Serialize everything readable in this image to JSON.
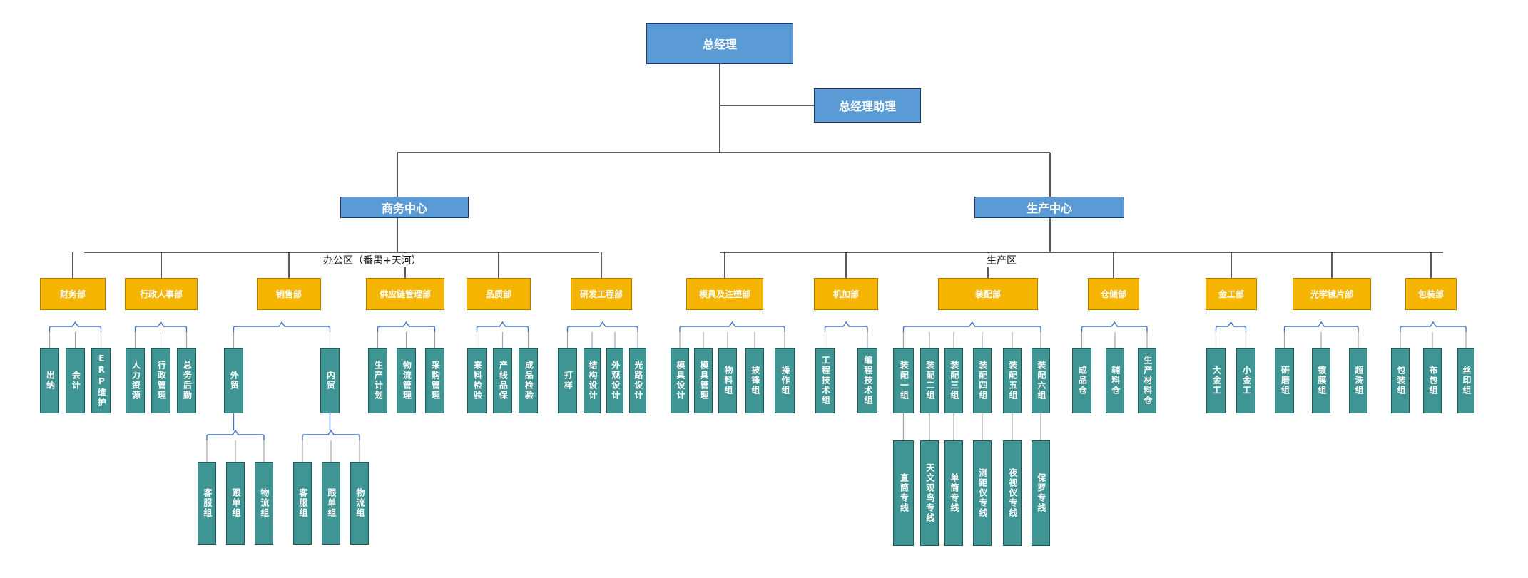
{
  "root": "总经理",
  "assistant": "总经理助理",
  "centers": [
    "商务中心",
    "生产中心"
  ],
  "zones": {
    "office": "办公区（番禺+天河）",
    "production": "生产区"
  },
  "departments": [
    {
      "name": "财务部",
      "teams": [
        "出纳",
        "会计",
        "ERP维护"
      ]
    },
    {
      "name": "行政人事部",
      "teams": [
        "人力资源",
        "行政管理",
        "总务后勤"
      ]
    },
    {
      "name": "销售部",
      "teams": [
        "外贸",
        "内贸"
      ],
      "subteams": [
        [
          "客服组",
          "跟单组",
          "物流组"
        ],
        [
          "客服组",
          "跟单组",
          "物流组"
        ]
      ]
    },
    {
      "name": "供应链管理部",
      "teams": [
        "生产计划",
        "物流管理",
        "采购管理"
      ]
    },
    {
      "name": "品质部",
      "teams": [
        "来料检验",
        "产线品保",
        "成品检验"
      ]
    },
    {
      "name": "研发工程部",
      "teams": [
        "打样",
        "结构设计",
        "外观设计",
        "光路设计"
      ]
    },
    {
      "name": "模具及注塑部",
      "teams": [
        "模具设计",
        "模具管理",
        "物料组",
        "披锋组",
        "操作组"
      ]
    },
    {
      "name": "机加部",
      "teams": [
        "工程技术组",
        "编程技术组"
      ]
    },
    {
      "name": "装配部",
      "teams": [
        "装配一组",
        "装配二组",
        "装配三组",
        "装配四组",
        "装配五组",
        "装配六组"
      ],
      "subteams": [
        [
          "直筒专线"
        ],
        [
          "天文观鸟专线"
        ],
        [
          "单筒专线"
        ],
        [
          "测距仪专线"
        ],
        [
          "夜视仪专线"
        ],
        [
          "保罗专线"
        ]
      ]
    },
    {
      "name": "仓储部",
      "teams": [
        "成品仓",
        "辅料仓",
        "生产材料仓"
      ]
    },
    {
      "name": "金工部",
      "teams": [
        "大金工",
        "小金工"
      ]
    },
    {
      "name": "光学镜片部",
      "teams": [
        "研磨组",
        "镀膜组",
        "超洗组"
      ]
    },
    {
      "name": "包装部",
      "teams": [
        "包装组",
        "布包组",
        "丝印组"
      ]
    }
  ],
  "colors": {
    "top_fill": "#5b9bd5",
    "dept_fill": "#f4b400",
    "team_fill": "#3f9593",
    "connector": "#000000",
    "bracket": "#4472c4",
    "stub": "#a6a6a6"
  }
}
